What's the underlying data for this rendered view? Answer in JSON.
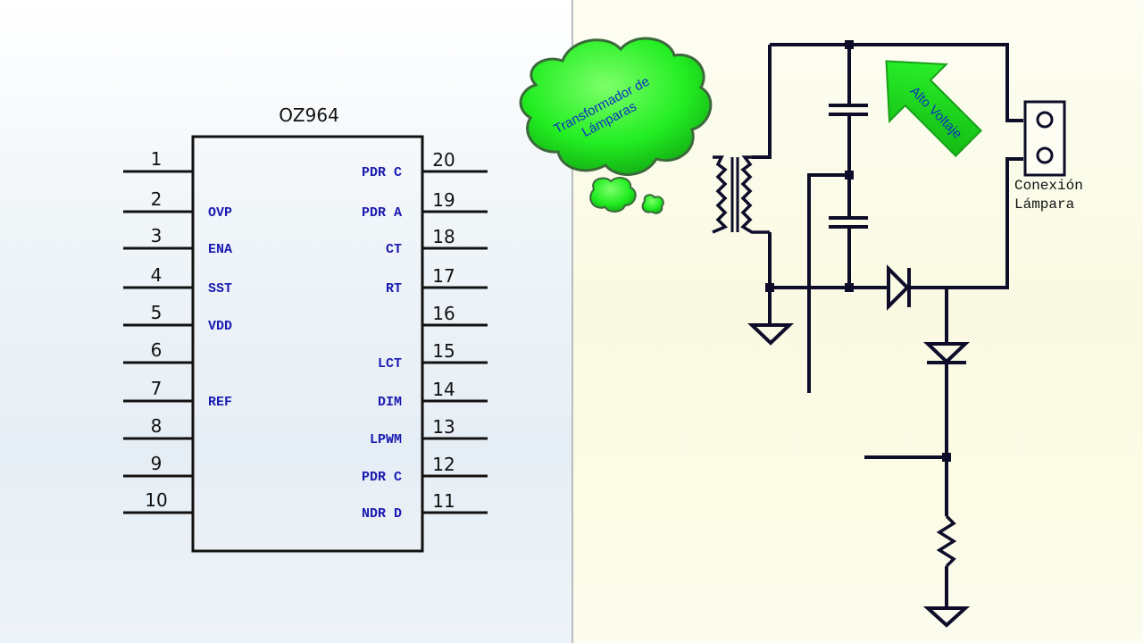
{
  "chip": {
    "title": "OZ964",
    "left_pins": [
      {
        "num": "1",
        "label": ""
      },
      {
        "num": "2",
        "label": "OVP"
      },
      {
        "num": "3",
        "label": "ENA"
      },
      {
        "num": "4",
        "label": "SST"
      },
      {
        "num": "5",
        "label": "VDD"
      },
      {
        "num": "6",
        "label": ""
      },
      {
        "num": "7",
        "label": "REF"
      },
      {
        "num": "8",
        "label": ""
      },
      {
        "num": "9",
        "label": ""
      },
      {
        "num": "10",
        "label": ""
      }
    ],
    "right_pins": [
      {
        "num": "20",
        "label": "PDR C"
      },
      {
        "num": "19",
        "label": "PDR A"
      },
      {
        "num": "18",
        "label": "CT"
      },
      {
        "num": "17",
        "label": "RT"
      },
      {
        "num": "16",
        "label": ""
      },
      {
        "num": "15",
        "label": "LCT"
      },
      {
        "num": "14",
        "label": "DIM"
      },
      {
        "num": "13",
        "label": "LPWM"
      },
      {
        "num": "12",
        "label": "PDR C"
      },
      {
        "num": "11",
        "label": "NDR D"
      }
    ]
  },
  "callouts": {
    "transformer": {
      "line1": "Transformador de",
      "line2": "Lámparas"
    },
    "high_voltage": "Alto Voltaje"
  },
  "connector": {
    "line1": "Conexión",
    "line2": "Lámpara"
  },
  "colors": {
    "callout_green": "#22ee22",
    "callout_text": "#1030c0",
    "pin_label": "#1a1ab0",
    "wire": "#0d0d2a"
  }
}
